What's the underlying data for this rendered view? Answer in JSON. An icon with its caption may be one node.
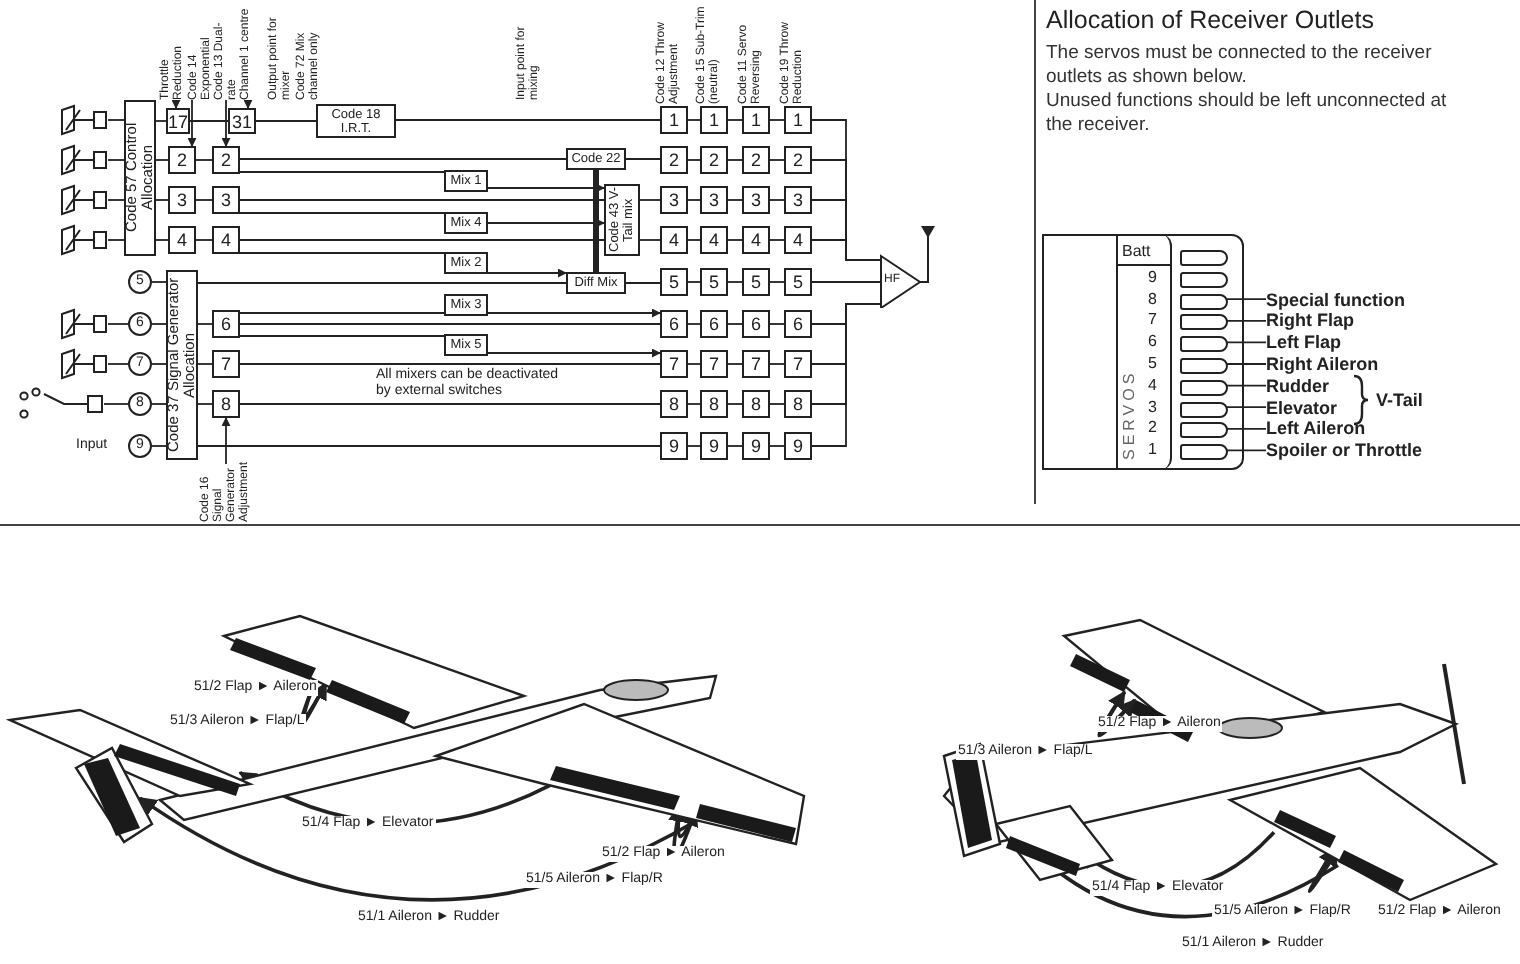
{
  "diagram": {
    "nodes": [
      {
        "text": [
          "Code 57 Control Allocation"
        ]
      },
      {
        "text": [
          "Code 37 Signal Generator Allocation"
        ]
      },
      {
        "text": [
          "17"
        ]
      },
      {
        "text": [
          "31"
        ]
      },
      {
        "text": [
          "2"
        ]
      },
      {
        "text": [
          "2"
        ]
      },
      {
        "text": [
          "3"
        ]
      },
      {
        "text": [
          "3"
        ]
      },
      {
        "text": [
          "4"
        ]
      },
      {
        "text": [
          "4"
        ]
      },
      {
        "text": [
          "6"
        ]
      },
      {
        "text": [
          "7"
        ]
      },
      {
        "text": [
          "8"
        ]
      },
      {
        "text": [
          "Code 18 I.R.T."
        ]
      },
      {
        "text": [
          "Mix 1"
        ]
      },
      {
        "text": [
          "Mix 4"
        ]
      },
      {
        "text": [
          "Mix 2"
        ]
      },
      {
        "text": [
          "Mix 3"
        ]
      },
      {
        "text": [
          "Mix 5"
        ]
      },
      {
        "text": [
          "Code 22"
        ]
      },
      {
        "text": [
          "Code 43 V-Tail mix"
        ]
      },
      {
        "text": [
          "Diff Mix"
        ]
      },
      {
        "text": [
          "5"
        ]
      },
      {
        "text": [
          "6"
        ]
      },
      {
        "text": [
          "7"
        ]
      },
      {
        "text": [
          "8"
        ]
      },
      {
        "text": [
          "9"
        ],
        "beside": [
          "Input"
        ]
      },
      {
        "text": [
          "1"
        ]
      },
      {
        "text": [
          "1"
        ]
      },
      {
        "text": [
          "1"
        ]
      },
      {
        "text": [
          "1"
        ]
      },
      {
        "text": [
          "2"
        ]
      },
      {
        "text": [
          "2"
        ]
      },
      {
        "text": [
          "2"
        ]
      },
      {
        "text": [
          "2"
        ]
      },
      {
        "text": [
          "3"
        ]
      },
      {
        "text": [
          "3"
        ]
      },
      {
        "text": [
          "3"
        ]
      },
      {
        "text": [
          "3"
        ]
      },
      {
        "text": [
          "4"
        ]
      },
      {
        "text": [
          "4"
        ]
      },
      {
        "text": [
          "4"
        ]
      },
      {
        "text": [
          "4"
        ]
      },
      {
        "text": [
          "5"
        ]
      },
      {
        "text": [
          "5"
        ]
      },
      {
        "text": [
          "5"
        ]
      },
      {
        "text": [
          "5"
        ]
      },
      {
        "text": [
          "6"
        ]
      },
      {
        "text": [
          "6"
        ]
      },
      {
        "text": [
          "6"
        ]
      },
      {
        "text": [
          "6"
        ]
      },
      {
        "text": [
          "7"
        ]
      },
      {
        "text": [
          "7"
        ]
      },
      {
        "text": [
          "7"
        ]
      },
      {
        "text": [
          "7"
        ]
      },
      {
        "text": [
          "8"
        ]
      },
      {
        "text": [
          "8"
        ]
      },
      {
        "text": [
          "8"
        ]
      },
      {
        "text": [
          "8"
        ]
      },
      {
        "text": [
          "9"
        ]
      },
      {
        "text": [
          "9"
        ]
      },
      {
        "text": [
          "9"
        ]
      },
      {
        "text": [
          "9"
        ]
      },
      {
        "text": [
          "HF"
        ]
      },
      {
        "text": [
          "Throttle Reduction"
        ]
      },
      {
        "text": [
          "Code 14 Exponential"
        ]
      },
      {
        "text": [
          "Code 13 Dual-rate"
        ]
      },
      {
        "text": [
          "Channel 1 centre"
        ]
      },
      {
        "text": [
          "Code 16 Signal Generator Adjustment"
        ]
      },
      {
        "text": [],
        "shape": "picture"
      },
      {
        "text": [],
        "shape": "picture"
      },
      {
        "text": [],
        "shape": "picture"
      },
      {
        "text": [],
        "shape": "picture"
      },
      {
        "text": [],
        "shape": "picture"
      },
      {
        "text": [],
        "shape": "picture"
      },
      {
        "text": [],
        "shape": "picture"
      },
      {
        "text": [
          "Batt",
          "9",
          "8",
          "7",
          "6",
          "5",
          "4",
          "3",
          "2",
          "1",
          "SERVOS"
        ]
      },
      {
        "text": [],
        "shape": "box",
        "in": 76
      },
      {
        "text": [],
        "shape": "box",
        "in": 76
      },
      {
        "text": [],
        "shape": "box",
        "in": 76
      },
      {
        "text": [],
        "shape": "box",
        "in": 76
      },
      {
        "text": [],
        "shape": "box",
        "in": 76
      },
      {
        "text": [],
        "shape": "box",
        "in": 76
      },
      {
        "text": [],
        "shape": "box",
        "in": 76
      },
      {
        "text": [],
        "shape": "box",
        "in": 76
      },
      {
        "text": [],
        "shape": "box",
        "in": 76
      },
      {
        "text": [],
        "shape": "box",
        "in": 76
      },
      {
        "text": [
          "Special function"
        ]
      },
      {
        "text": [
          "Right Flap"
        ]
      },
      {
        "text": [
          "Left Flap"
        ]
      },
      {
        "text": [
          "Right Aileron"
        ]
      },
      {
        "text": [
          "Rudder"
        ]
      },
      {
        "text": [
          "Elevator"
        ]
      },
      {
        "text": [
          "Left Aileron"
        ]
      },
      {
        "text": [
          "Spoiler or Throttle"
        ]
      },
      {
        "text": [],
        "shape": "picture"
      },
      {
        "text": [],
        "shape": "bar",
        "in": 95
      },
      {
        "text": [],
        "shape": "bar",
        "in": 95
      },
      {
        "text": [],
        "shape": "bar",
        "in": 95
      },
      {
        "text": [],
        "shape": "bar",
        "in": 95
      },
      {
        "text": [],
        "shape": "bar",
        "in": 95
      },
      {
        "text": [],
        "shape": "bar",
        "in": 95
      },
      {
        "text": [],
        "shape": "picture"
      },
      {
        "text": [],
        "shape": "bar",
        "in": 102
      },
      {
        "text": [],
        "shape": "bar",
        "in": 102
      },
      {
        "text": [],
        "shape": "bar",
        "in": 102
      },
      {
        "text": [],
        "shape": "bar",
        "in": 102
      },
      {
        "text": [],
        "shape": "bar",
        "in": 102
      },
      {
        "text": [],
        "shape": "bar",
        "in": 102
      }
    ],
    "edges": [
      {
        "from": 69,
        "to": 0,
        "arrow": "none"
      },
      {
        "from": 70,
        "to": 0,
        "arrow": "none"
      },
      {
        "from": 71,
        "to": 0,
        "arrow": "none"
      },
      {
        "from": 72,
        "to": 0,
        "arrow": "none"
      },
      {
        "from": 0,
        "to": 2,
        "arrow": "none"
      },
      {
        "from": 2,
        "to": 3,
        "arrow": "none"
      },
      {
        "from": 3,
        "to": 13,
        "arrow": "none"
      },
      {
        "from": 13,
        "to": 27,
        "arrow": "none"
      },
      {
        "from": 0,
        "to": 4,
        "arrow": "none"
      },
      {
        "from": 4,
        "to": 5,
        "arrow": "none"
      },
      {
        "from": 5,
        "to": 19,
        "arrow": "none"
      },
      {
        "from": 19,
        "to": 31,
        "arrow": "none"
      },
      {
        "from": 0,
        "to": 6,
        "arrow": "none"
      },
      {
        "from": 6,
        "to": 7,
        "arrow": "none"
      },
      {
        "from": 7,
        "to": 20,
        "arrow": "none"
      },
      {
        "from": 20,
        "to": 35,
        "arrow": "none"
      },
      {
        "from": 0,
        "to": 8,
        "arrow": "none"
      },
      {
        "from": 8,
        "to": 9,
        "arrow": "none"
      },
      {
        "from": 9,
        "to": 20,
        "arrow": "none"
      },
      {
        "from": 20,
        "to": 39,
        "arrow": "none"
      },
      {
        "from": 19,
        "to": 21,
        "arrow": "none",
        "style": "thick"
      },
      {
        "from": 22,
        "to": 1,
        "arrow": "none"
      },
      {
        "from": 73,
        "to": 23,
        "arrow": "none"
      },
      {
        "from": 23,
        "to": 1,
        "arrow": "none"
      },
      {
        "from": 74,
        "to": 24,
        "arrow": "none"
      },
      {
        "from": 24,
        "to": 1,
        "arrow": "none"
      },
      {
        "from": 75,
        "to": 25,
        "arrow": "none"
      },
      {
        "from": 25,
        "to": 1,
        "arrow": "none"
      },
      {
        "from": 26,
        "to": 1,
        "arrow": "none"
      },
      {
        "from": 1,
        "to": 21,
        "arrow": "none"
      },
      {
        "from": 21,
        "to": 43,
        "arrow": "none"
      },
      {
        "from": 1,
        "to": 10,
        "arrow": "none"
      },
      {
        "from": 10,
        "to": 47,
        "arrow": "none"
      },
      {
        "from": 1,
        "to": 11,
        "arrow": "none"
      },
      {
        "from": 11,
        "to": 51,
        "arrow": "none"
      },
      {
        "from": 1,
        "to": 12,
        "arrow": "none"
      },
      {
        "from": 12,
        "to": 55,
        "arrow": "none"
      },
      {
        "from": 1,
        "to": 59,
        "arrow": "none"
      },
      {
        "from": 5,
        "to": 14,
        "arrow": "none"
      },
      {
        "from": 7,
        "to": 15,
        "arrow": "none"
      },
      {
        "from": 9,
        "to": 16,
        "arrow": "none"
      },
      {
        "from": 10,
        "to": 17,
        "arrow": "none"
      },
      {
        "from": 10,
        "to": 18,
        "arrow": "none"
      },
      {
        "from": 14,
        "to": 20,
        "arrow": "to"
      },
      {
        "from": 15,
        "to": 20,
        "arrow": "to"
      },
      {
        "from": 16,
        "to": 21,
        "arrow": "to"
      },
      {
        "from": 17,
        "to": 47,
        "arrow": "to"
      },
      {
        "from": 18,
        "to": 51,
        "arrow": "to"
      },
      {
        "from": 64,
        "to": 2,
        "arrow": "to"
      },
      {
        "from": 65,
        "to": 4,
        "arrow": "to"
      },
      {
        "from": 66,
        "to": 5,
        "arrow": "to"
      },
      {
        "from": 67,
        "to": 3,
        "arrow": "to"
      },
      {
        "from": 68,
        "to": 12,
        "arrow": "to"
      },
      {
        "from": 27,
        "to": 28,
        "arrow": "none"
      },
      {
        "from": 28,
        "to": 29,
        "arrow": "none"
      },
      {
        "from": 29,
        "to": 30,
        "arrow": "none"
      },
      {
        "from": 30,
        "to": 63,
        "arrow": "none"
      },
      {
        "from": 31,
        "to": 32,
        "arrow": "none"
      },
      {
        "from": 32,
        "to": 33,
        "arrow": "none"
      },
      {
        "from": 33,
        "to": 34,
        "arrow": "none"
      },
      {
        "from": 34,
        "to": 63,
        "arrow": "none"
      },
      {
        "from": 35,
        "to": 36,
        "arrow": "none"
      },
      {
        "from": 36,
        "to": 37,
        "arrow": "none"
      },
      {
        "from": 37,
        "to": 38,
        "arrow": "none"
      },
      {
        "from": 38,
        "to": 63,
        "arrow": "none"
      },
      {
        "from": 39,
        "to": 40,
        "arrow": "none"
      },
      {
        "from": 40,
        "to": 41,
        "arrow": "none"
      },
      {
        "from": 41,
        "to": 42,
        "arrow": "none"
      },
      {
        "from": 42,
        "to": 63,
        "arrow": "none"
      },
      {
        "from": 43,
        "to": 44,
        "arrow": "none"
      },
      {
        "from": 44,
        "to": 45,
        "arrow": "none"
      },
      {
        "from": 45,
        "to": 46,
        "arrow": "none"
      },
      {
        "from": 46,
        "to": 63,
        "arrow": "none"
      },
      {
        "from": 47,
        "to": 48,
        "arrow": "none"
      },
      {
        "from": 48,
        "to": 49,
        "arrow": "none"
      },
      {
        "from": 49,
        "to": 50,
        "arrow": "none"
      },
      {
        "from": 50,
        "to": 63,
        "arrow": "none"
      },
      {
        "from": 51,
        "to": 52,
        "arrow": "none"
      },
      {
        "from": 52,
        "to": 53,
        "arrow": "none"
      },
      {
        "from": 53,
        "to": 54,
        "arrow": "none"
      },
      {
        "from": 54,
        "to": 63,
        "arrow": "none"
      },
      {
        "from": 55,
        "to": 56,
        "arrow": "none"
      },
      {
        "from": 56,
        "to": 57,
        "arrow": "none"
      },
      {
        "from": 57,
        "to": 58,
        "arrow": "none"
      },
      {
        "from": 58,
        "to": 63,
        "arrow": "none"
      },
      {
        "from": 59,
        "to": 60,
        "arrow": "none"
      },
      {
        "from": 60,
        "to": 61,
        "arrow": "none"
      },
      {
        "from": 61,
        "to": 62,
        "arrow": "none"
      },
      {
        "from": 62,
        "to": 63,
        "arrow": "none"
      },
      {
        "from": 87,
        "to": 79,
        "arrow": "none"
      },
      {
        "from": 88,
        "to": 80,
        "arrow": "none"
      },
      {
        "from": 89,
        "to": 81,
        "arrow": "none"
      },
      {
        "from": 90,
        "to": 82,
        "arrow": "none"
      },
      {
        "from": 91,
        "to": 83,
        "arrow": "none"
      },
      {
        "from": 92,
        "to": 84,
        "arrow": "none"
      },
      {
        "from": 93,
        "to": 85,
        "arrow": "none"
      },
      {
        "from": 94,
        "to": 86,
        "arrow": "none"
      },
      {
        "from": 97,
        "to": 96,
        "arrow": "to",
        "label": "51/2 Flap ► Aileron"
      },
      {
        "from": 96,
        "to": 97,
        "arrow": "to",
        "label": "51/3 Aileron ► Flap/L"
      },
      {
        "from": 98,
        "to": 100,
        "arrow": "to",
        "label": "51/4 Flap ► Elevator"
      },
      {
        "from": 98,
        "to": 99,
        "arrow": "to",
        "label": "51/2 Flap ► Aileron"
      },
      {
        "from": 99,
        "to": 98,
        "arrow": "to",
        "label": "51/5 Aileron ► Flap/R"
      },
      {
        "from": 99,
        "to": 101,
        "arrow": "to",
        "label": "51/1 Aileron ► Rudder"
      },
      {
        "from": 104,
        "to": 103,
        "arrow": "to",
        "label": "51/2 Flap ► Aileron"
      },
      {
        "from": 103,
        "to": 104,
        "arrow": "to",
        "label": "51/3 Aileron ► Flap/L"
      },
      {
        "from": 105,
        "to": 107,
        "arrow": "to",
        "label": "51/4 Flap ► Elevator"
      },
      {
        "from": 105,
        "to": 106,
        "arrow": "to",
        "label": "51/2 Flap ► Aileron"
      },
      {
        "from": 106,
        "to": 105,
        "arrow": "to",
        "label": "51/5 Aileron ► Flap/R"
      },
      {
        "from": 106,
        "to": 108,
        "arrow": "to",
        "label": "51/1 Aileron ► Rudder"
      }
    ],
    "labels": [
      "Output point for mixer",
      "Code 72 Mix channel only",
      "Input point for mixing",
      "Code 12 Throw Adjustment",
      "Code 15 Sub-Trim (neutral)",
      "Code 11 Servo Reversing",
      "Code 19 Throw Reduction",
      "All mixers can be deactivated by external switches",
      "Allocation of Receiver Outlets",
      "The servos must be connected to the receiver outlets as shown below.",
      "Unused functions should be left unconnected at the receiver.",
      "V-Tail"
    ]
  }
}
